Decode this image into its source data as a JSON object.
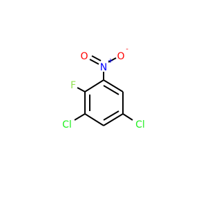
{
  "molecule": {
    "atoms": {
      "nitrogen": {
        "symbol": "N",
        "charge": "+",
        "color": "#0000FF"
      },
      "oxygen_double": {
        "symbol": "O",
        "color": "#FF0000"
      },
      "oxygen_single": {
        "symbol": "O",
        "charge": "-",
        "color": "#FF0000"
      },
      "fluorine": {
        "symbol": "F",
        "color": "#90E050"
      },
      "chlorine_left": {
        "symbol": "Cl",
        "color": "#1FF01F"
      },
      "chlorine_right": {
        "symbol": "Cl",
        "color": "#1FF01F"
      }
    }
  }
}
